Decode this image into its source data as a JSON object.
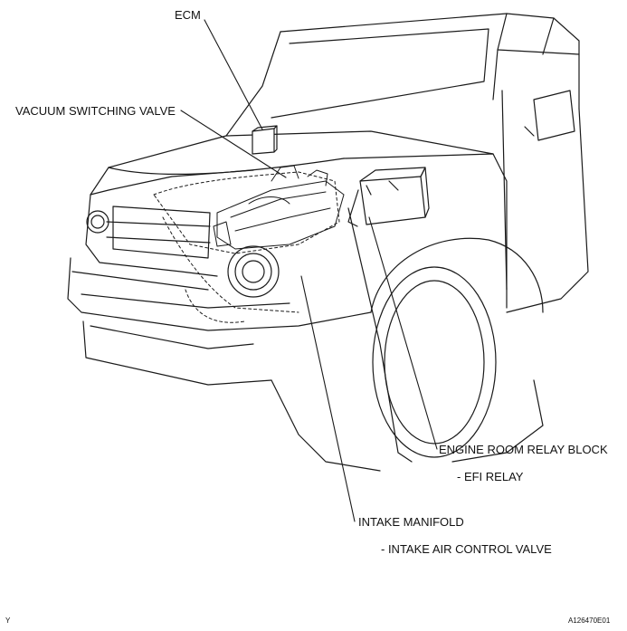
{
  "labels": {
    "ecm": "ECM",
    "vsv": "VACUUM SWITCHING VALVE",
    "relay_block": "ENGINE ROOM RELAY BLOCK",
    "efi_relay": "- EFI RELAY",
    "intake_manifold": "INTAKE MANIFOLD",
    "intake_air_control": "- INTAKE AIR CONTROL VALVE"
  },
  "footer": {
    "left_mark": "Y",
    "figure_code": "A126470E01"
  },
  "colors": {
    "line": "#1a1a1a",
    "background": "#ffffff"
  }
}
